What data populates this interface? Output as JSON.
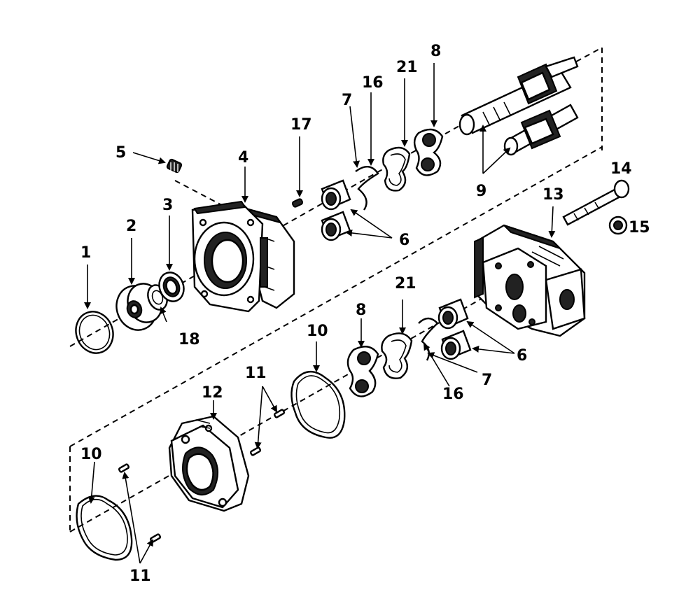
{
  "labels": {
    "l1": "1",
    "l2": "2",
    "l3": "3",
    "l4": "4",
    "l5": "5",
    "l6a": "6",
    "l6b": "6",
    "l7a": "7",
    "l7b": "7",
    "l8a": "8",
    "l8b": "8",
    "l9": "9",
    "l10a": "10",
    "l10b": "10",
    "l11a": "11",
    "l11b": "11",
    "l12": "12",
    "l13": "13",
    "l14": "14",
    "l15": "15",
    "l16a": "16",
    "l16b": "16",
    "l17": "17",
    "l18": "18",
    "l21a": "21",
    "l21b": "21"
  },
  "colors": {
    "ink": "#000000",
    "paper": "#ffffff"
  }
}
